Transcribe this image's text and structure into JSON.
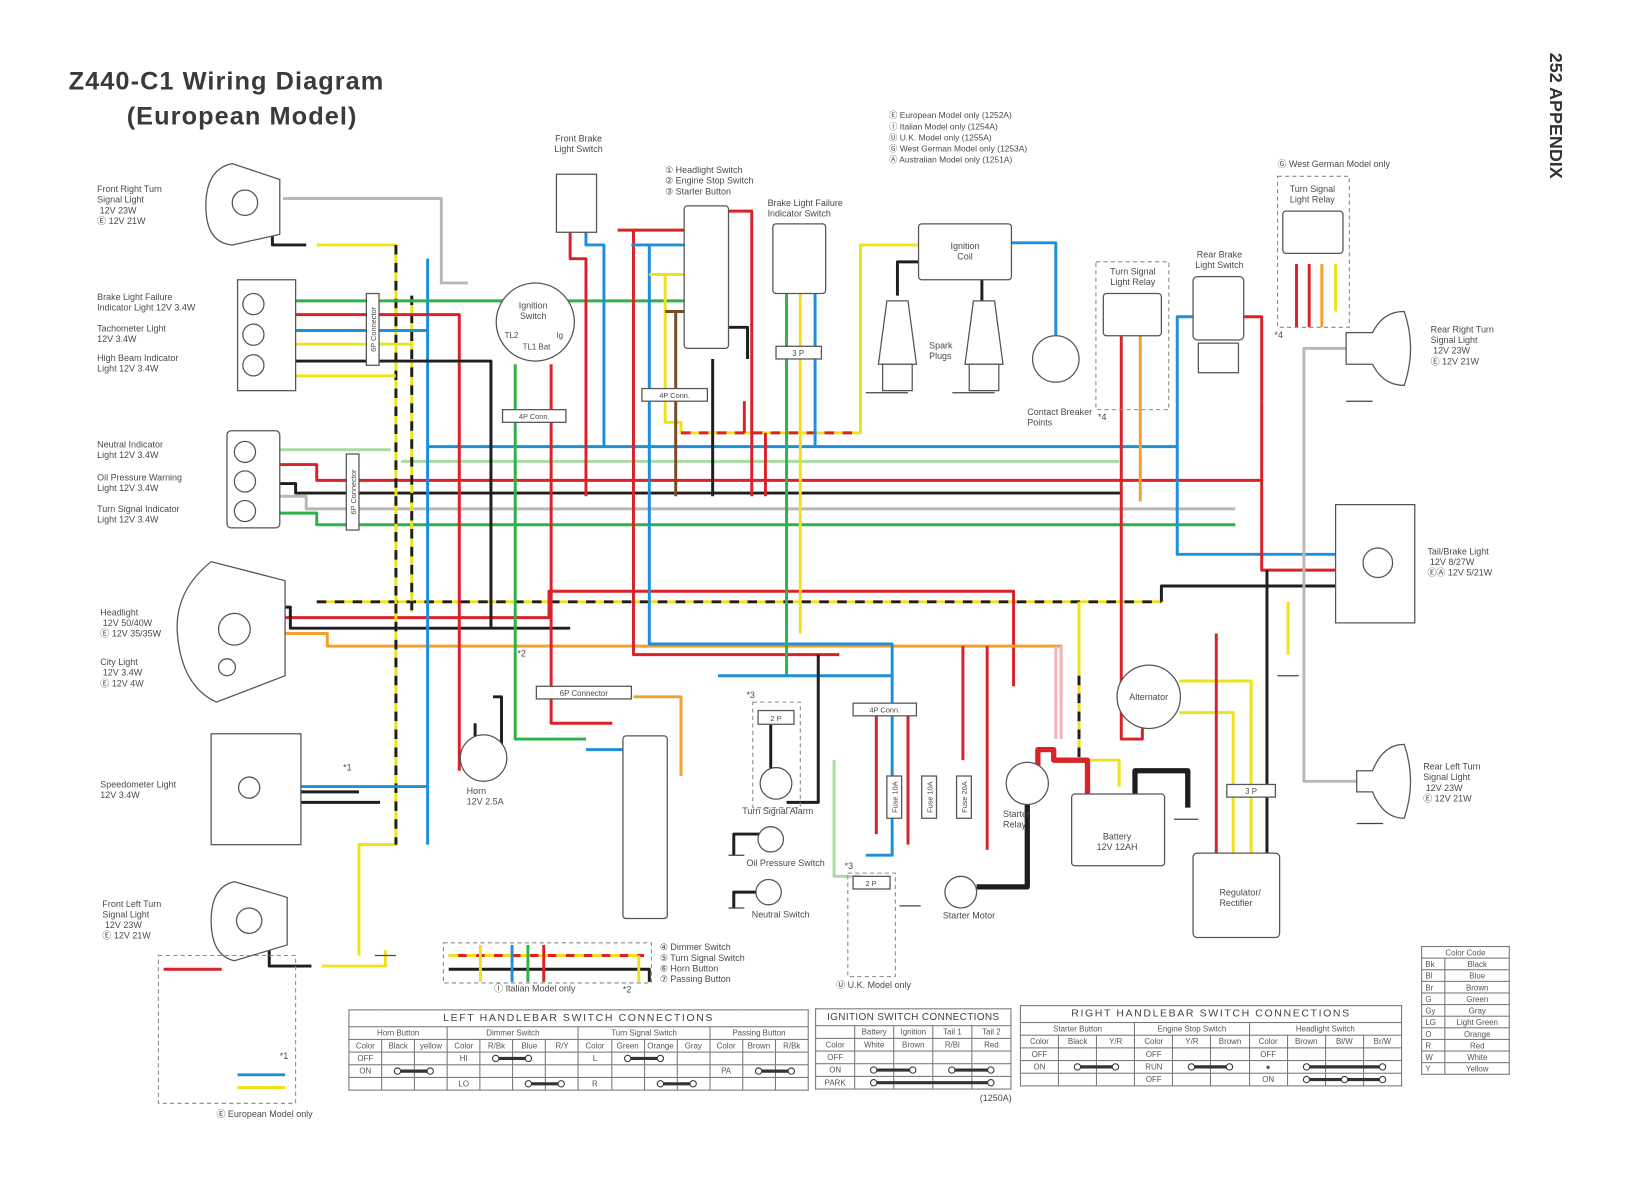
{
  "title": [
    "Z440-C1  Wiring  Diagram",
    "(European Model)"
  ],
  "page_label": "252  APPENDIX",
  "model_notes": [
    "Ⓔ European Model only (1252A)",
    "Ⓘ Italian Model only (1254A)",
    "Ⓤ U.K. Model only (1255A)",
    "Ⓖ West German Model only (1253A)",
    "Ⓐ Australian Model only (1251A)"
  ],
  "labels": {
    "front_right_turn": [
      "Front Right Turn",
      "Signal Light",
      "   12V 23W",
      "Ⓔ 12V 21W"
    ],
    "brake_fail_ind": [
      "Brake Light Failure",
      "Indicator Light 12V 3.4W"
    ],
    "tach": [
      "Tachometer Light",
      "12V 3.4W"
    ],
    "high_beam": [
      "High Beam Indicator",
      "Light 12V 3.4W"
    ],
    "neutral": [
      "Neutral Indicator",
      "Light 12V 3.4W"
    ],
    "oil_warn": [
      "Oil Pressure Warning",
      "Light 12V 3.4W"
    ],
    "turn_ind": [
      "Turn Signal Indicator",
      "Light 12V 3.4W"
    ],
    "headlight": [
      "Headlight",
      "   12V 50/40W",
      "Ⓔ 12V 35/35W"
    ],
    "city": [
      "City Light",
      "   12V 3.4W",
      "Ⓔ 12V 4W"
    ],
    "speedo": [
      "Speedometer Light",
      "12V 3.4W"
    ],
    "front_left_turn": [
      "Front Left Turn",
      "Signal Light",
      "   12V 23W",
      "Ⓔ 12V 21W"
    ],
    "front_brake": [
      "Front Brake",
      "Light Switch"
    ],
    "rh_legend": [
      "① Headlight Switch",
      "② Engine Stop Switch",
      "③ Starter Button"
    ],
    "brake_fail_sw": [
      "Brake Light Failure",
      "Indicator Switch"
    ],
    "ign_switch": [
      "Ignition",
      "Switch"
    ],
    "ign_terms": [
      "TL2",
      "TL1 Bat",
      "Ig"
    ],
    "ign_coil": [
      "Ignition",
      "Coil"
    ],
    "spark": [
      "Spark",
      "Plugs"
    ],
    "cb_points": [
      "Contact Breaker",
      "Points"
    ],
    "ts_relay": [
      "Turn Signal",
      "Light Relay"
    ],
    "rear_brake": [
      "Rear Brake",
      "Light Switch"
    ],
    "wg_note": "Ⓖ West German Model only",
    "wg_relay": [
      "Turn Signal",
      "Light Relay"
    ],
    "rear_right": [
      "Rear Right Turn",
      "Signal Light",
      "   12V 23W",
      "Ⓔ 12V 21W"
    ],
    "tail": [
      "Tail/Brake Light",
      "   12V 8/27W",
      "ⒺⒶ 12V 5/21W"
    ],
    "rear_left": [
      "Rear Left Turn",
      "Signal Light",
      "   12V 23W",
      "Ⓔ 12V 21W"
    ],
    "alternator": "Alternator",
    "battery": [
      "Battery",
      "12V 12AH"
    ],
    "regulator": [
      "Regulator/",
      "Rectifier"
    ],
    "starter_relay": [
      "Starter",
      "Relay"
    ],
    "starter_motor": "Starter Motor",
    "fuse1": "Fuse 10A",
    "fuse2": "Fuse 10A",
    "fuse3": "Fuse 20A",
    "horn": [
      "Horn",
      "12V 2.5A"
    ],
    "turn_alarm": "Turn Signal Alarm",
    "oil_sw": "Oil Pressure Switch",
    "neutral_sw": "Neutral Switch",
    "lh_legend": [
      "④ Dimmer Switch",
      "⑤ Turn Signal Switch",
      "⑥ Horn Button",
      "⑦ Passing Button"
    ],
    "italian": "Ⓘ Italian Model only",
    "uk": "Ⓤ U.K. Model only",
    "euro": "Ⓔ European Model only",
    "conn_6p_a": "6P Connector",
    "conn_6p_b": "6P Connector",
    "conn_4p_a": "4P Conn.",
    "conn_4p_b": "4P Conn.",
    "conn_4p_c": "4P Conn.",
    "conn_6p_c": "6P Connector",
    "conn_3p_a": "3 P",
    "conn_2p_a": "2 P",
    "conn_2p_b": "2 P",
    "conn_3p_b": "3 P",
    "fn1": "*1",
    "fn1b": "*1",
    "fn2": "*2",
    "fn2b": "*2",
    "fn3": "*3",
    "fn3b": "*3",
    "fn4": "*4",
    "fn4b": "*4",
    "code": "(1250A)"
  },
  "left_table": {
    "title": "LEFT  HANDLEBAR  SWITCH  CONNECTIONS",
    "groups": [
      {
        "name": "Horn Button",
        "columns": [
          "Color",
          "Black",
          "yellow"
        ],
        "rows": [
          "OFF",
          "ON",
          ""
        ],
        "connections": [
          [
            1,
            [
              1,
              2
            ]
          ]
        ]
      },
      {
        "name": "Dimmer Switch",
        "columns": [
          "Color",
          "R/Bk",
          "Blue",
          "R/Y"
        ],
        "rows": [
          "HI",
          "",
          "LO"
        ],
        "connections": [
          [
            0,
            [
              1,
              2
            ]
          ],
          [
            2,
            [
              2,
              3
            ]
          ]
        ]
      },
      {
        "name": "Turn Signal Switch",
        "columns": [
          "Color",
          "Green",
          "Orange",
          "Gray"
        ],
        "rows": [
          "L",
          "",
          "R"
        ],
        "connections": [
          [
            0,
            [
              1,
              2
            ]
          ],
          [
            2,
            [
              2,
              3
            ]
          ]
        ]
      },
      {
        "name": "Passing Button",
        "columns": [
          "Color",
          "Brown",
          "R/Bk"
        ],
        "rows": [
          "",
          "PA",
          ""
        ],
        "connections": [
          [
            1,
            [
              1,
              2
            ]
          ]
        ]
      }
    ]
  },
  "ignition_table": {
    "title": "IGNITION  SWITCH  CONNECTIONS",
    "terminals": [
      "",
      "Battery",
      "Ignition",
      "Tail 1",
      "Tail 2"
    ],
    "groups": [
      {
        "name": "",
        "columns": [
          "Color",
          "White",
          "Brown",
          "R/Bl",
          "Red"
        ],
        "rows": [
          "OFF",
          "ON",
          "PARK"
        ],
        "connections": [
          [
            1,
            [
              1,
              2
            ]
          ],
          [
            1,
            [
              3,
              4
            ]
          ],
          [
            2,
            [
              1,
              4
            ]
          ]
        ]
      }
    ]
  },
  "right_table": {
    "title": "RIGHT  HANDLEBAR  SWITCH  CONNECTIONS",
    "groups": [
      {
        "name": "Starter Button",
        "columns": [
          "Color",
          "Black",
          "Y/R"
        ],
        "rows": [
          "OFF",
          "ON",
          ""
        ],
        "connections": [
          [
            1,
            [
              1,
              2
            ]
          ]
        ]
      },
      {
        "name": "Engine Stop Switch",
        "columns": [
          "Color",
          "Y/R",
          "Brown"
        ],
        "rows": [
          "OFF",
          "RUN",
          "OFF"
        ],
        "connections": [
          [
            1,
            [
              1,
              2
            ]
          ]
        ]
      },
      {
        "name": "Headlight Switch",
        "columns": [
          "Color",
          "Brown",
          "Bl/W",
          "Br/W"
        ],
        "rows": [
          "OFF",
          "●",
          "ON"
        ],
        "connections": [
          [
            1,
            [
              1,
              3
            ]
          ],
          [
            2,
            [
              1,
              2,
              3
            ]
          ]
        ]
      }
    ]
  },
  "color_code": {
    "title": "Color Code",
    "entries": [
      [
        "Bk",
        "Black"
      ],
      [
        "Bl",
        "Blue"
      ],
      [
        "Br",
        "Brown"
      ],
      [
        "G",
        "Green"
      ],
      [
        "Gy",
        "Gray"
      ],
      [
        "LG",
        "Light Green"
      ],
      [
        "O",
        "Orange"
      ],
      [
        "R",
        "Red"
      ],
      [
        "W",
        "White"
      ],
      [
        "Y",
        "Yellow"
      ]
    ]
  },
  "wire_colors": {
    "R": "#d8232a",
    "Bl": "#1e8fd8",
    "Y": "#f0e21a",
    "Bk": "#1e1e1e",
    "G": "#2fb14a",
    "LG": "#a9dba2",
    "O": "#f2a12c",
    "Br": "#7a4b22",
    "Gy": "#b8b8b8"
  }
}
